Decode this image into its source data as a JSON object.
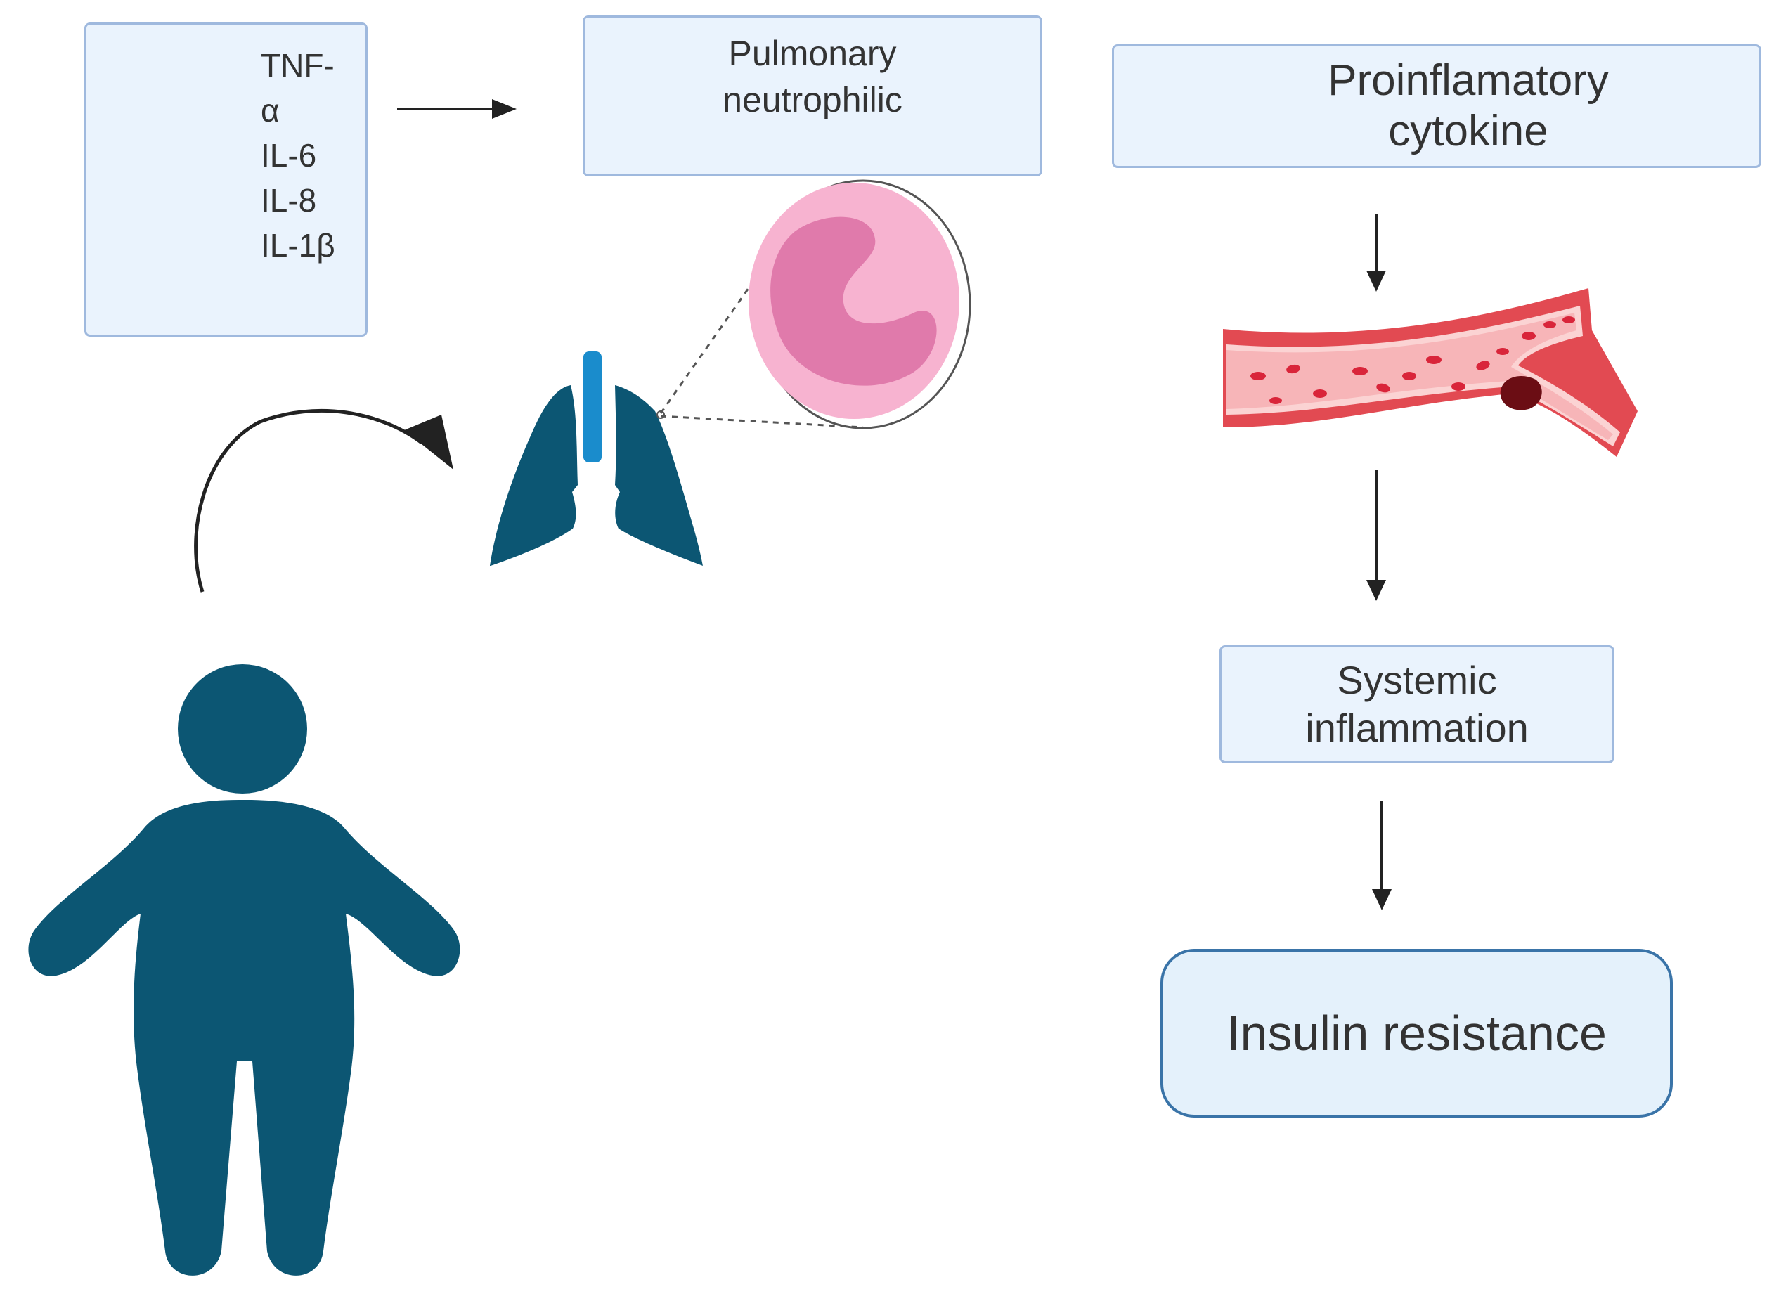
{
  "cytokines_box": {
    "lines": [
      "TNF-",
      "α",
      "IL-6",
      "IL-8",
      "IL-1β"
    ]
  },
  "neutrophil_box": {
    "lines": [
      "Pulmonary",
      "neutrophilic"
    ]
  },
  "proinflammatory_box": {
    "lines": [
      "Proinflamatory",
      "cytokine"
    ]
  },
  "systemic_box": {
    "lines": [
      "Systemic",
      "inflammation"
    ]
  },
  "insulin_box": {
    "label": "Insulin resistance"
  },
  "icons": [
    "up-arrow-icon",
    "person-icon",
    "lungs-icon",
    "neutrophil-icon",
    "blood-vessel-icon",
    "flow-arrow-icon",
    "curved-arrow-icon"
  ],
  "colors": {
    "box_fill": "#eaf3fd",
    "box_border": "#9fb9de",
    "figure": "#0c5673",
    "trachea": "#1a8ccc",
    "neutrophil_cell": "#f5a9cc",
    "neutrophil_nucleus": "#e07aab",
    "vessel": "#e24a52"
  }
}
